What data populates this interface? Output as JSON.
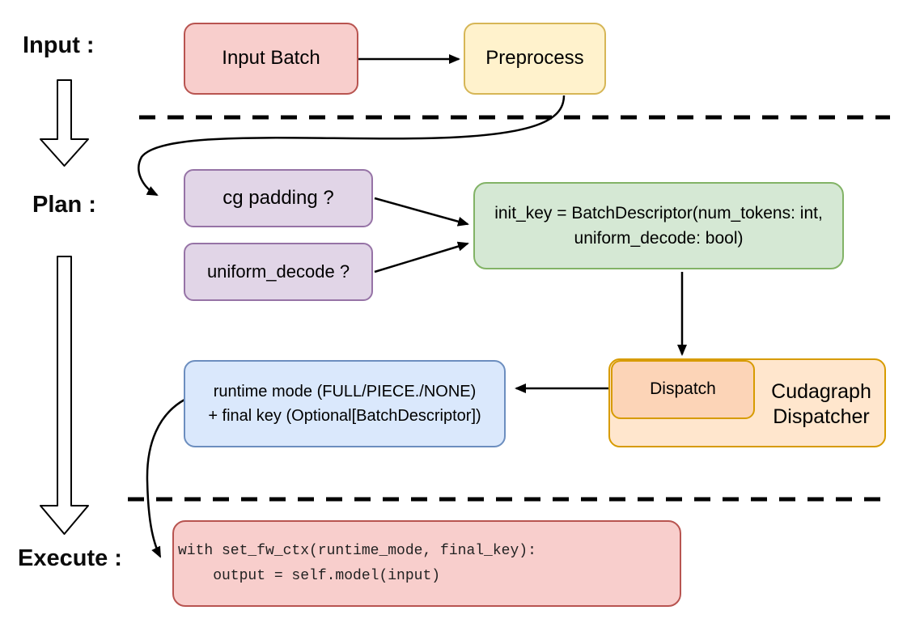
{
  "stages": {
    "input_label": "Input :",
    "plan_label": "Plan :",
    "execute_label": "Execute :"
  },
  "nodes": {
    "input_batch": {
      "label": "Input Batch"
    },
    "preprocess": {
      "label": "Preprocess"
    },
    "cg_padding": {
      "label": "cg padding ?"
    },
    "uniform_decode": {
      "label": "uniform_decode ?"
    },
    "init_key": {
      "line1": "init_key = BatchDescriptor(num_tokens: int,",
      "line2": "uniform_decode: bool)"
    },
    "dispatch": {
      "label": "Dispatch"
    },
    "cudagraph_dispatcher": {
      "line1": "Cudagraph",
      "line2": "Dispatcher"
    },
    "runtime_mode": {
      "line1": "runtime mode (FULL/PIECE./NONE)",
      "line2": "+ final key (Optional[BatchDescriptor])"
    },
    "execute_code": {
      "line1": "with set_fw_ctx(runtime_mode, final_key):",
      "line2": "    output = self.model(input)"
    }
  },
  "colors": {
    "red": {
      "fill": "#F8CECC",
      "border": "#B85450"
    },
    "yellow": {
      "fill": "#FFF2CC",
      "border": "#D6B656"
    },
    "purple": {
      "fill": "#E1D5E7",
      "border": "#9673A6"
    },
    "green": {
      "fill": "#D5E8D4",
      "border": "#82B366"
    },
    "orange_light": {
      "fill": "#FFE6CD",
      "border": "#D79B00"
    },
    "orange": {
      "fill": "#FCD4B7",
      "border": "#D79B00"
    },
    "blue": {
      "fill": "#DAE8FC",
      "border": "#6C8EBF"
    },
    "arrow": "#000000",
    "text": "#000000"
  }
}
